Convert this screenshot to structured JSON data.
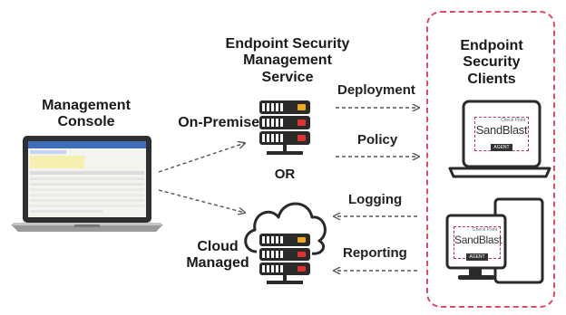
{
  "nodes": {
    "management_console": "Management\nConsole",
    "endpoint_security_management_service": "Endpoint Security\nManagement\nService",
    "on_premise": "On-Premise",
    "or": "OR",
    "cloud_managed": "Cloud\nManaged",
    "endpoint_security_clients": "Endpoint\nSecurity\nClients"
  },
  "edges": {
    "deployment": "Deployment",
    "policy": "Policy",
    "logging": "Logging",
    "reporting": "Reporting"
  },
  "client_badge": {
    "top_small": "Check Point",
    "name": "SandBlast",
    "subtitle": "AGENT"
  },
  "colors": {
    "accent_pink": "#e24a62",
    "server_orange": "#f0a81e",
    "server_red": "#e0352c",
    "dark": "#2a2a2a"
  },
  "icons": [
    "laptop-icon",
    "server-stack-icon",
    "cloud-icon",
    "desktop-computer-icon"
  ]
}
